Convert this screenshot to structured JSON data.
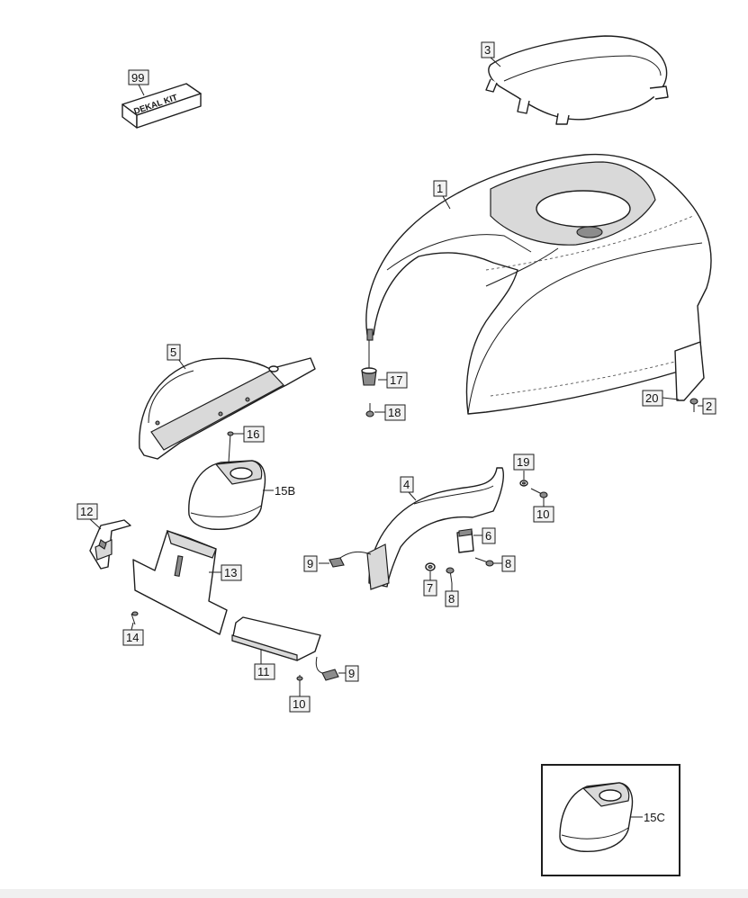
{
  "callouts": {
    "c1": "1",
    "c2": "2",
    "c3": "3",
    "c4": "4",
    "c5": "5",
    "c6": "6",
    "c7": "7",
    "c8a": "8",
    "c8b": "8",
    "c9a": "9",
    "c9b": "9",
    "c10a": "10",
    "c10b": "10",
    "c11": "11",
    "c12": "12",
    "c13": "13",
    "c14": "14",
    "c15b": "15B",
    "c15c": "15C",
    "c16": "16",
    "c17": "17",
    "c18": "18",
    "c19": "19",
    "c20": "20",
    "c99": "99"
  },
  "decal_kit": {
    "label": "DEKAL KIT"
  }
}
